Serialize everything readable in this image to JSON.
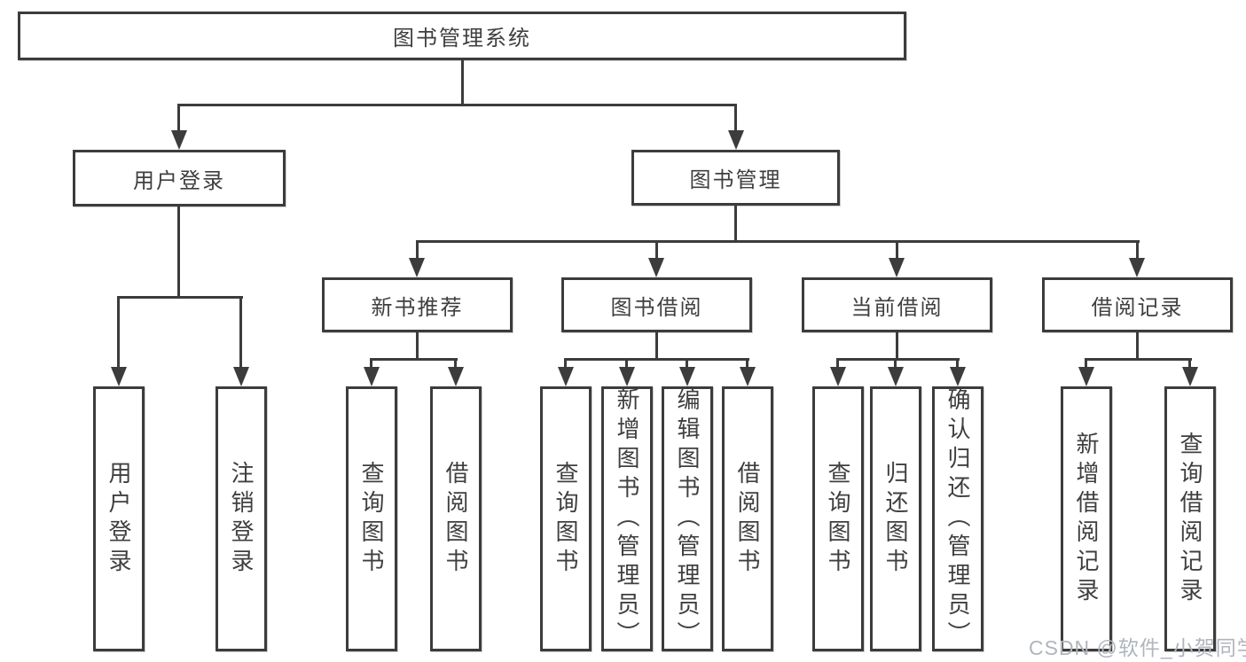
{
  "tree": {
    "root": "图书管理系统",
    "level2": [
      "用户登录",
      "图书管理"
    ],
    "level3": [
      "新书推荐",
      "图书借阅",
      "当前借阅",
      "借阅记录"
    ],
    "leaves_user_login": [
      "用户登录",
      "注销登录"
    ],
    "leaves_new_books": [
      "查询图书",
      "借阅图书"
    ],
    "leaves_book_borrow": [
      "查询图书",
      "新增图书（管理员）",
      "编辑图书（管理员）",
      "借阅图书"
    ],
    "leaves_current_borrow": [
      "查询图书",
      "归还图书",
      "确认归还（管理员）"
    ],
    "leaves_borrow_records": [
      "新增借阅记录",
      "查询借阅记录"
    ]
  },
  "colors": {
    "line": "#3c3c3c",
    "text": "#3f3f3f",
    "watermark_color": "#b0b5bc"
  },
  "watermark": "CSDN @软件_小贺同学"
}
